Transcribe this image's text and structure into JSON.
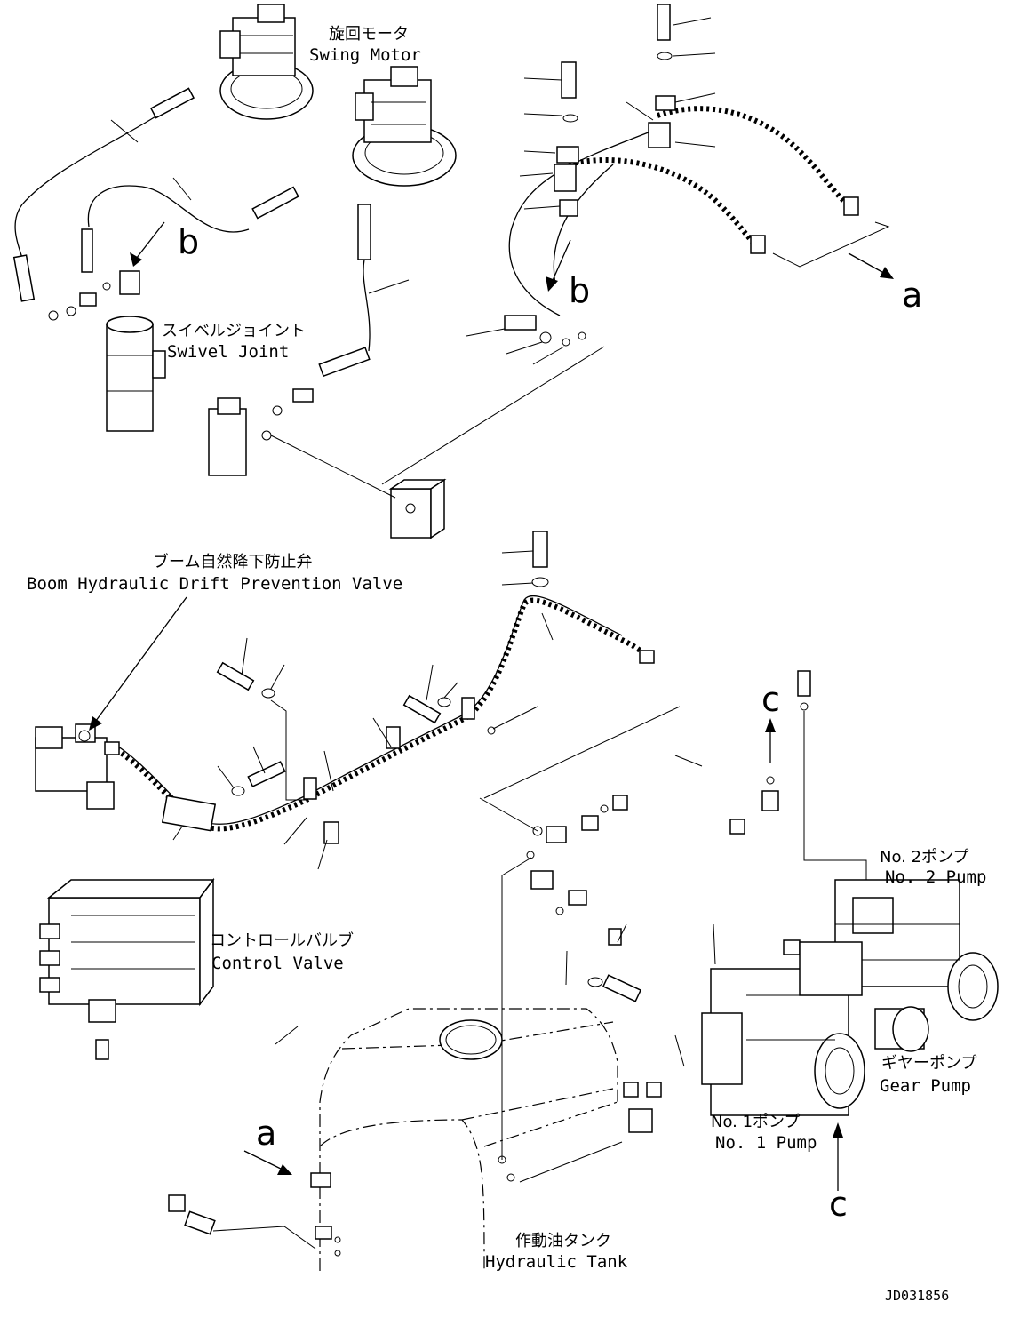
{
  "labels": {
    "swing_motor_jp": "旋回モータ",
    "swing_motor_en": "Swing Motor",
    "swivel_joint_jp": "スイベルジョイント",
    "swivel_joint_en": "Swivel Joint",
    "boom_valve_jp": "ブーム自然降下防止弁",
    "boom_valve_en": "Boom Hydraulic Drift Prevention Valve",
    "control_valve_jp": "コントロールバルブ",
    "control_valve_en": "Control Valve",
    "no2_pump_jp": "No. 2ポンプ",
    "no2_pump_en": "No. 2 Pump",
    "gear_pump_jp": "ギヤーポンプ",
    "gear_pump_en": "Gear Pump",
    "no1_pump_jp": "No. 1ポンプ",
    "no1_pump_en": "No. 1 Pump",
    "hydraulic_tank_jp": "作動油タンク",
    "hydraulic_tank_en": "Hydraulic Tank"
  },
  "markers": {
    "a": "a",
    "b": "b",
    "c": "c"
  },
  "drawing_code": "JD031856"
}
